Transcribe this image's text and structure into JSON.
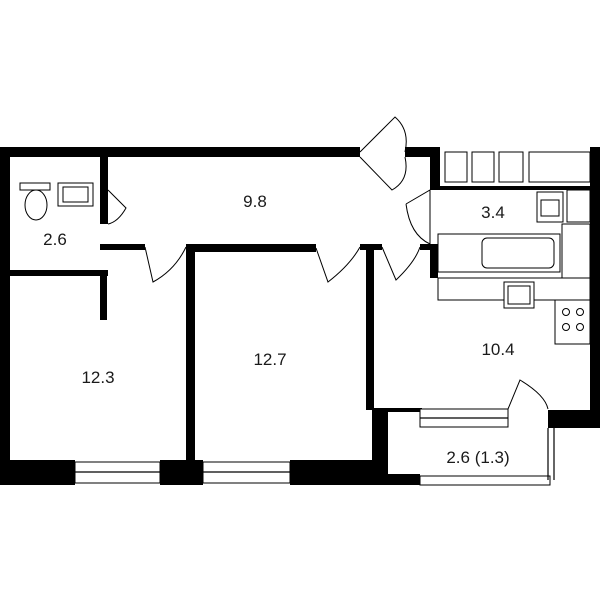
{
  "plan": {
    "rooms": [
      {
        "id": "hall",
        "area_label": "9.8"
      },
      {
        "id": "wc",
        "area_label": "2.6"
      },
      {
        "id": "bathroom",
        "area_label": "3.4"
      },
      {
        "id": "bedroom-left",
        "area_label": "12.3"
      },
      {
        "id": "bedroom-middle",
        "area_label": "12.7"
      },
      {
        "id": "kitchen",
        "area_label": "10.4"
      },
      {
        "id": "balcony",
        "area_label": "2.6 (1.3)"
      }
    ],
    "colors": {
      "wall": "#000000",
      "background": "#ffffff",
      "text": "#1a1a1a"
    }
  }
}
